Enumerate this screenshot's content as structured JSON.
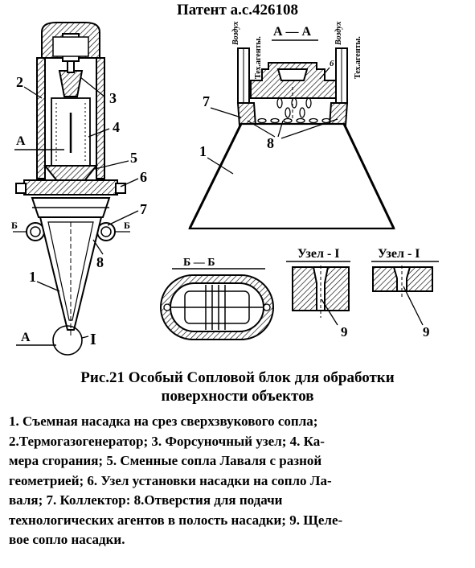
{
  "header": {
    "title": "Патент а.с.426108"
  },
  "drawing": {
    "left": {
      "section_letter_top": "А",
      "section_letter_bottom": "А",
      "b_left": "Б",
      "b_right": "Б",
      "callout_1": "1",
      "callout_2": "2",
      "callout_3": "3",
      "callout_4": "4",
      "callout_5": "5",
      "callout_6": "6",
      "callout_7": "7",
      "callout_8": "8",
      "callout_I": "I"
    },
    "right": {
      "section_title": "А — А",
      "air_left": "Воздух",
      "air_right": "Воздух",
      "agents_left": "Тех.агенты.",
      "agents_right": "Тех.агенты.",
      "callout_1": "1",
      "callout_6": "6",
      "callout_7": "7",
      "callout_8": "8"
    },
    "section_bb": {
      "title": "Б — Б"
    },
    "node_a": {
      "title": "Узел - I",
      "callout": "9"
    },
    "node_b": {
      "title": "Узел - I",
      "callout": "9"
    }
  },
  "caption": {
    "line1": "Рис.21  Особый Сопловой блок для обработки",
    "line2": "поверхности объектов"
  },
  "legend": {
    "lines": [
      "1. Съемная насадка на срез сверхзвукового сопла;",
      "2.Термогазогенератор;   3. Форсуночный узел;  4. Ка-",
      "мера сгорания;  5. Сменные сопла Лаваля с разной",
      "геометрией;  6. Узел установки насадки на сопло Ла-",
      "валя;  7. Коллектор:  8.Отверстия для подачи",
      "технологических агентов в полость насадки;  9. Щеле-",
      "вое сопло насадки."
    ]
  }
}
